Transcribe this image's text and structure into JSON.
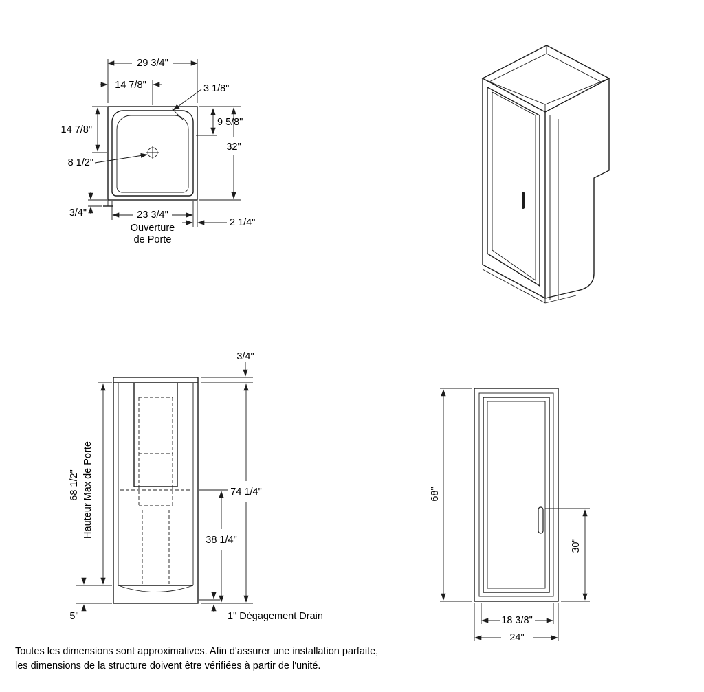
{
  "top_view": {
    "width_overall": "29 3/4\"",
    "center_offset": "14 7/8\"",
    "corner": "3 1/8\"",
    "side_depth": "14 7/8\"",
    "right_upper": "9 5/8\"",
    "depth_overall": "32\"",
    "drain_offset": "8 1/2\"",
    "threshold": "3/4\"",
    "door_opening_width": "23 3/4\"",
    "door_opening_line1": "Ouverture",
    "door_opening_line2": "de Porte",
    "right_return": "2 1/4\""
  },
  "front_view": {
    "top_trim": "3/4\"",
    "door_max_height": "68 1/2\"",
    "door_max_height_label": "Hauteur Max de Porte",
    "overall_height": "74 1/4\"",
    "mid_height": "38 1/4\"",
    "base_height": "5\"",
    "drain_clearance": "1\" Dégagement Drain"
  },
  "door_view": {
    "height": "68\"",
    "handle_height": "30\"",
    "door_width": "18 3/8\"",
    "overall_width": "24\""
  },
  "footnote": {
    "line1": "Toutes les dimensions sont approximatives. Afin d'assurer une installation parfaite,",
    "line2": "les dimensions de la structure doivent être vérifiées à partir de l'unité."
  }
}
